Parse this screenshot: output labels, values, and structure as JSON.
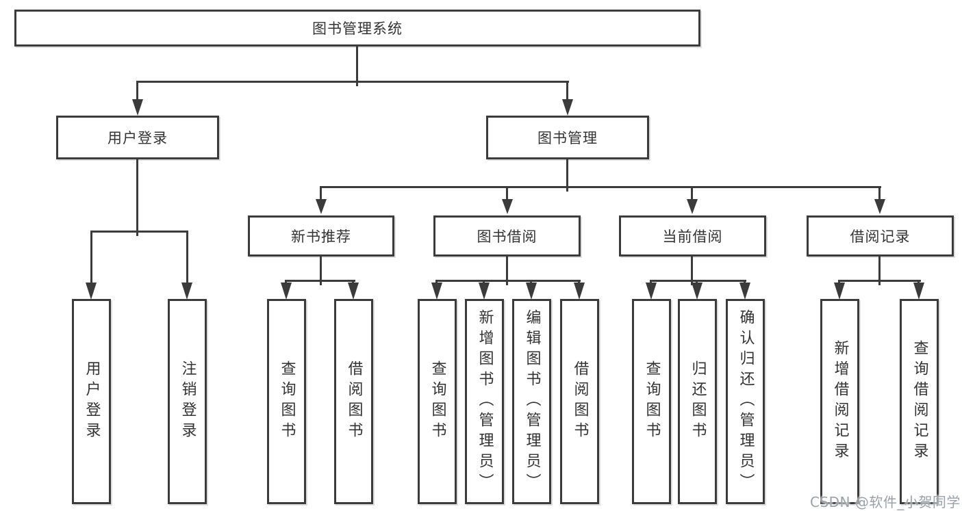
{
  "colors": {
    "line": "#3b3b3b",
    "text": "#333333",
    "background": "#ffffff",
    "watermark": "#9aa0a8"
  },
  "nodes": {
    "root": {
      "label": "图书管理系统"
    },
    "level2": [
      {
        "label": "用户登录",
        "parent": "图书管理系统"
      },
      {
        "label": "图书管理",
        "parent": "图书管理系统"
      }
    ],
    "level3": [
      {
        "label": "新书推荐",
        "parent": "图书管理"
      },
      {
        "label": "图书借阅",
        "parent": "图书管理"
      },
      {
        "label": "当前借阅",
        "parent": "图书管理"
      },
      {
        "label": "借阅记录",
        "parent": "图书管理"
      }
    ],
    "leaves": [
      {
        "label": "用户登录",
        "parent": "用户登录"
      },
      {
        "label": "注销登录",
        "parent": "用户登录"
      },
      {
        "label": "查询图书",
        "parent": "新书推荐"
      },
      {
        "label": "借阅图书",
        "parent": "新书推荐"
      },
      {
        "label": "查询图书",
        "parent": "图书借阅"
      },
      {
        "label": "新增图书（管理员）",
        "parent": "图书借阅"
      },
      {
        "label": "编辑图书（管理员）",
        "parent": "图书借阅"
      },
      {
        "label": "借阅图书",
        "parent": "图书借阅"
      },
      {
        "label": "查询图书",
        "parent": "当前借阅"
      },
      {
        "label": "归还图书",
        "parent": "当前借阅"
      },
      {
        "label": "确认归还（管理员）",
        "parent": "当前借阅"
      },
      {
        "label": "新增借阅记录",
        "parent": "借阅记录"
      },
      {
        "label": "查询借阅记录",
        "parent": "借阅记录"
      }
    ]
  },
  "watermark": {
    "text": "CSDN @软件_小贺同学"
  }
}
